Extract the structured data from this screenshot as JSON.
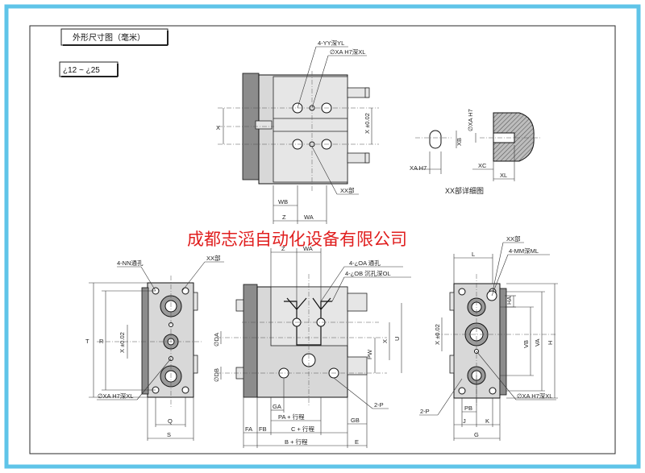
{
  "header": {
    "title": "外形尺寸图（毫米）",
    "range": "¿12 ~ ¿25"
  },
  "watermark": "成都志滔自动化设备有限公司",
  "colors": {
    "frame_outer": "#5fc4e8",
    "frame_inner": "#2a2a2a",
    "watermark": "#e01e1e",
    "body": "#d8d8d8",
    "detail_hatch": "#777777"
  },
  "top_view": {
    "labels": {
      "yy": "4-YY深YL",
      "xa": "∅XA H7深XL",
      "x_left": "X",
      "x_right": "X ±0.02",
      "xx": "XX部",
      "wb": "WB",
      "z": "Z",
      "wa": "WA"
    }
  },
  "detail_view": {
    "caption": "XX部详细图",
    "labels": {
      "xa_h7": "∅XA H7",
      "xb": "XB",
      "xa_left": "XA H7",
      "xc": "XC",
      "xl": "XL"
    }
  },
  "left_view": {
    "labels": {
      "nn": "4-NN通孔",
      "xx": "XX部",
      "t": "T",
      "r": "R",
      "x": "X ±0.02",
      "xa": "∅XA H7深XL",
      "q": "Q",
      "s": "S"
    }
  },
  "front_view": {
    "labels": {
      "z": "Z",
      "wa": "WA",
      "oa": "4-¿OA 通孔",
      "ob": "4-¿OB 沉孔深OL",
      "da": "∅DA",
      "db": "∅DB",
      "pw": "PW",
      "x": "X",
      "u": "U",
      "ga": "GA",
      "gb": "GB",
      "p": "2-P",
      "fa": "FA",
      "fb": "FB",
      "pa": "PA + 行程",
      "c": "C + 行程",
      "b": "B + 行程",
      "e": "E"
    }
  },
  "right_view": {
    "labels": {
      "xx": "XX部",
      "l": "L",
      "mm": "4-MM深ML",
      "ha": "HA",
      "x": "X ±0.02",
      "vb": "VB",
      "va": "VA",
      "h": "H",
      "xa": "∅XA H7深XL",
      "p": "2-P",
      "pb": "PB",
      "j": "J",
      "k": "K",
      "g": "G"
    }
  }
}
